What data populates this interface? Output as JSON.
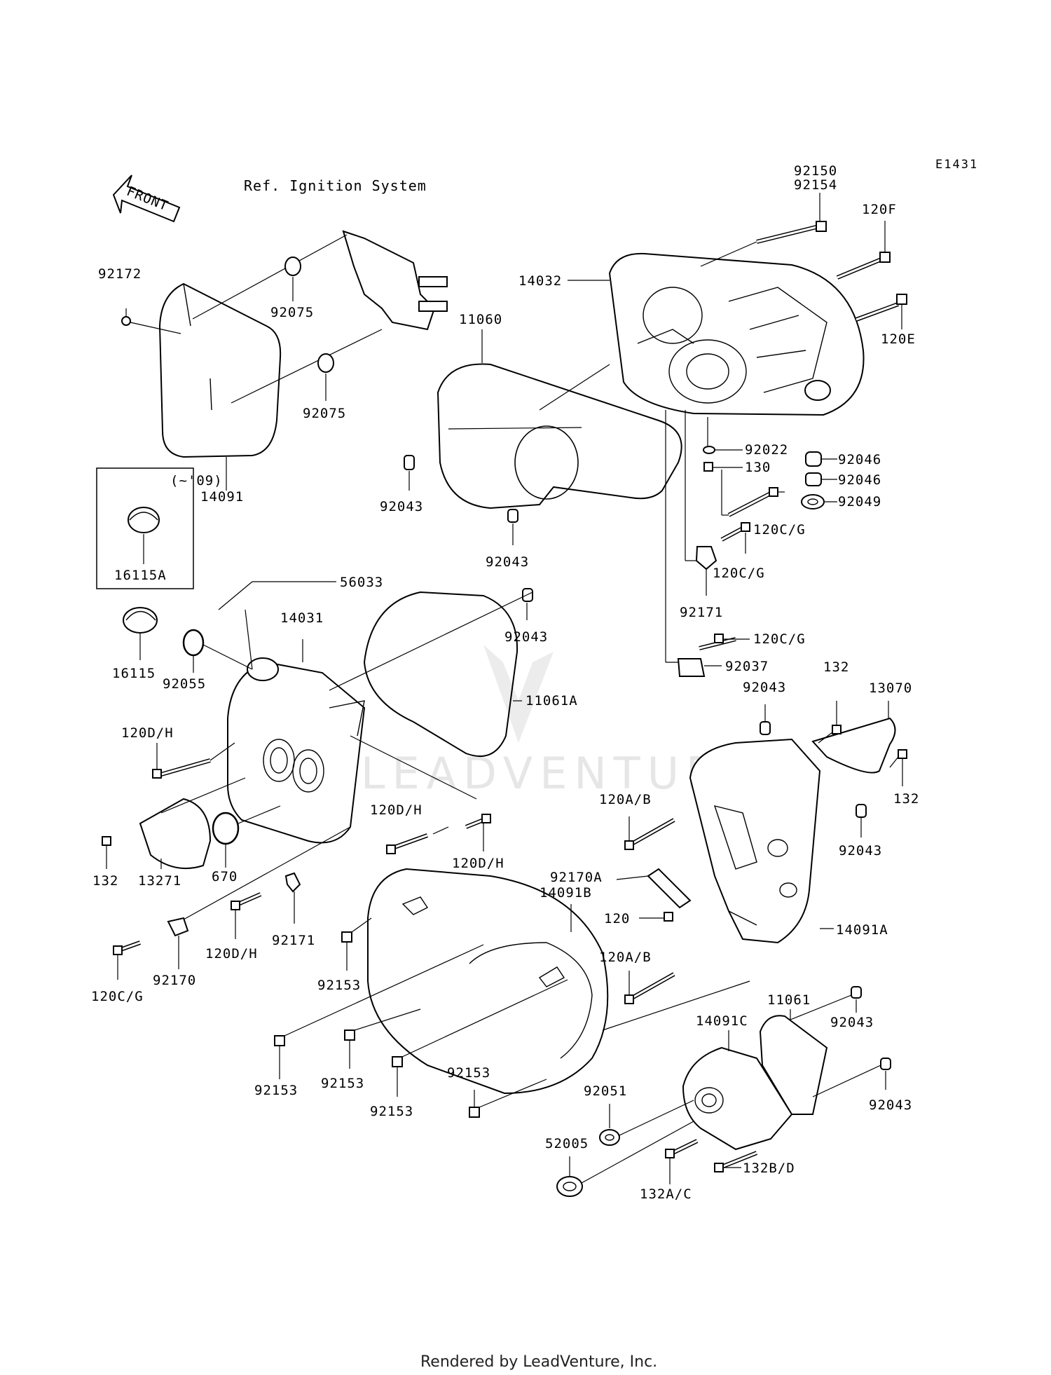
{
  "diagram": {
    "code": "E1431",
    "reference": "Ref. Ignition System",
    "front_label": "FRONT",
    "inset_label": "(~'09)",
    "watermark": "LEADVENTURE",
    "footer": "Rendered by LeadVenture, Inc.",
    "part_numbers": [
      "92150",
      "92154",
      "120F",
      "14032",
      "120E",
      "11060",
      "92172",
      "92075",
      "92075",
      "14091",
      "92022",
      "92046",
      "130",
      "92046",
      "92049",
      "92043",
      "120C/G",
      "92043",
      "120C/G",
      "16115A",
      "92171",
      "56033",
      "14031",
      "92043",
      "120C/G",
      "16115",
      "92055",
      "92037",
      "11061A",
      "92043",
      "132",
      "13070",
      "120D/H",
      "132",
      "120A/B",
      "120D/H",
      "120D/H",
      "92043",
      "132",
      "13271",
      "670",
      "92170A",
      "14091B",
      "120",
      "14091A",
      "92171",
      "120D/H",
      "92153",
      "120A/B",
      "92170",
      "120C/G",
      "11061",
      "14091C",
      "92043",
      "92153",
      "92153",
      "92153",
      "92153",
      "92051",
      "92043",
      "52005",
      "132B/D",
      "132A/C"
    ]
  }
}
